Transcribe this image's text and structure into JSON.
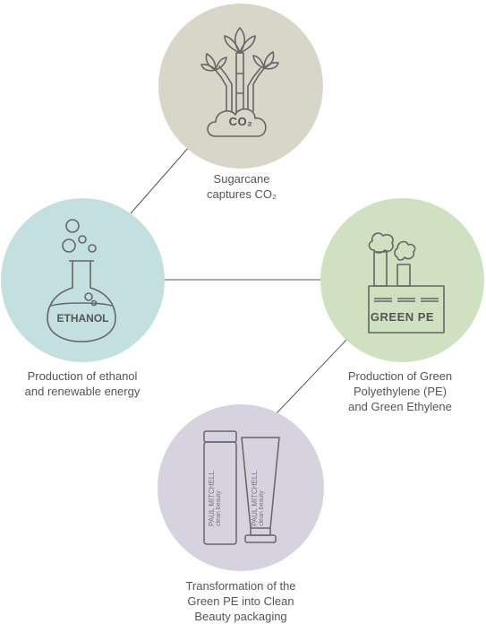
{
  "nodes": {
    "sugarcane": {
      "color": "#d8d6c9",
      "icon_label": "CO₂",
      "caption": [
        "Sugarcane",
        "captures CO₂"
      ]
    },
    "ethanol": {
      "color": "#c4dfe0",
      "icon_label": "ETHANOL",
      "caption": [
        "Production of ethanol",
        "and renewable energy"
      ]
    },
    "green_pe": {
      "color": "#cfe1c1",
      "icon_label": "GREEN PE",
      "caption": [
        "Production of Green",
        "Polyethylene (PE)",
        "and Green Ethylene"
      ]
    },
    "packaging": {
      "color": "#d7d2df",
      "bottle_text": "PAUL MITCHELL",
      "bottle_subtext": "clean beauty",
      "tube_text": "PAUL MITCHELL",
      "tube_subtext": "clean beauty",
      "caption": [
        "Transformation of the",
        "Green PE into Clean",
        "Beauty packaging"
      ]
    }
  },
  "line_color": "#555555",
  "icon_stroke": "#666666"
}
